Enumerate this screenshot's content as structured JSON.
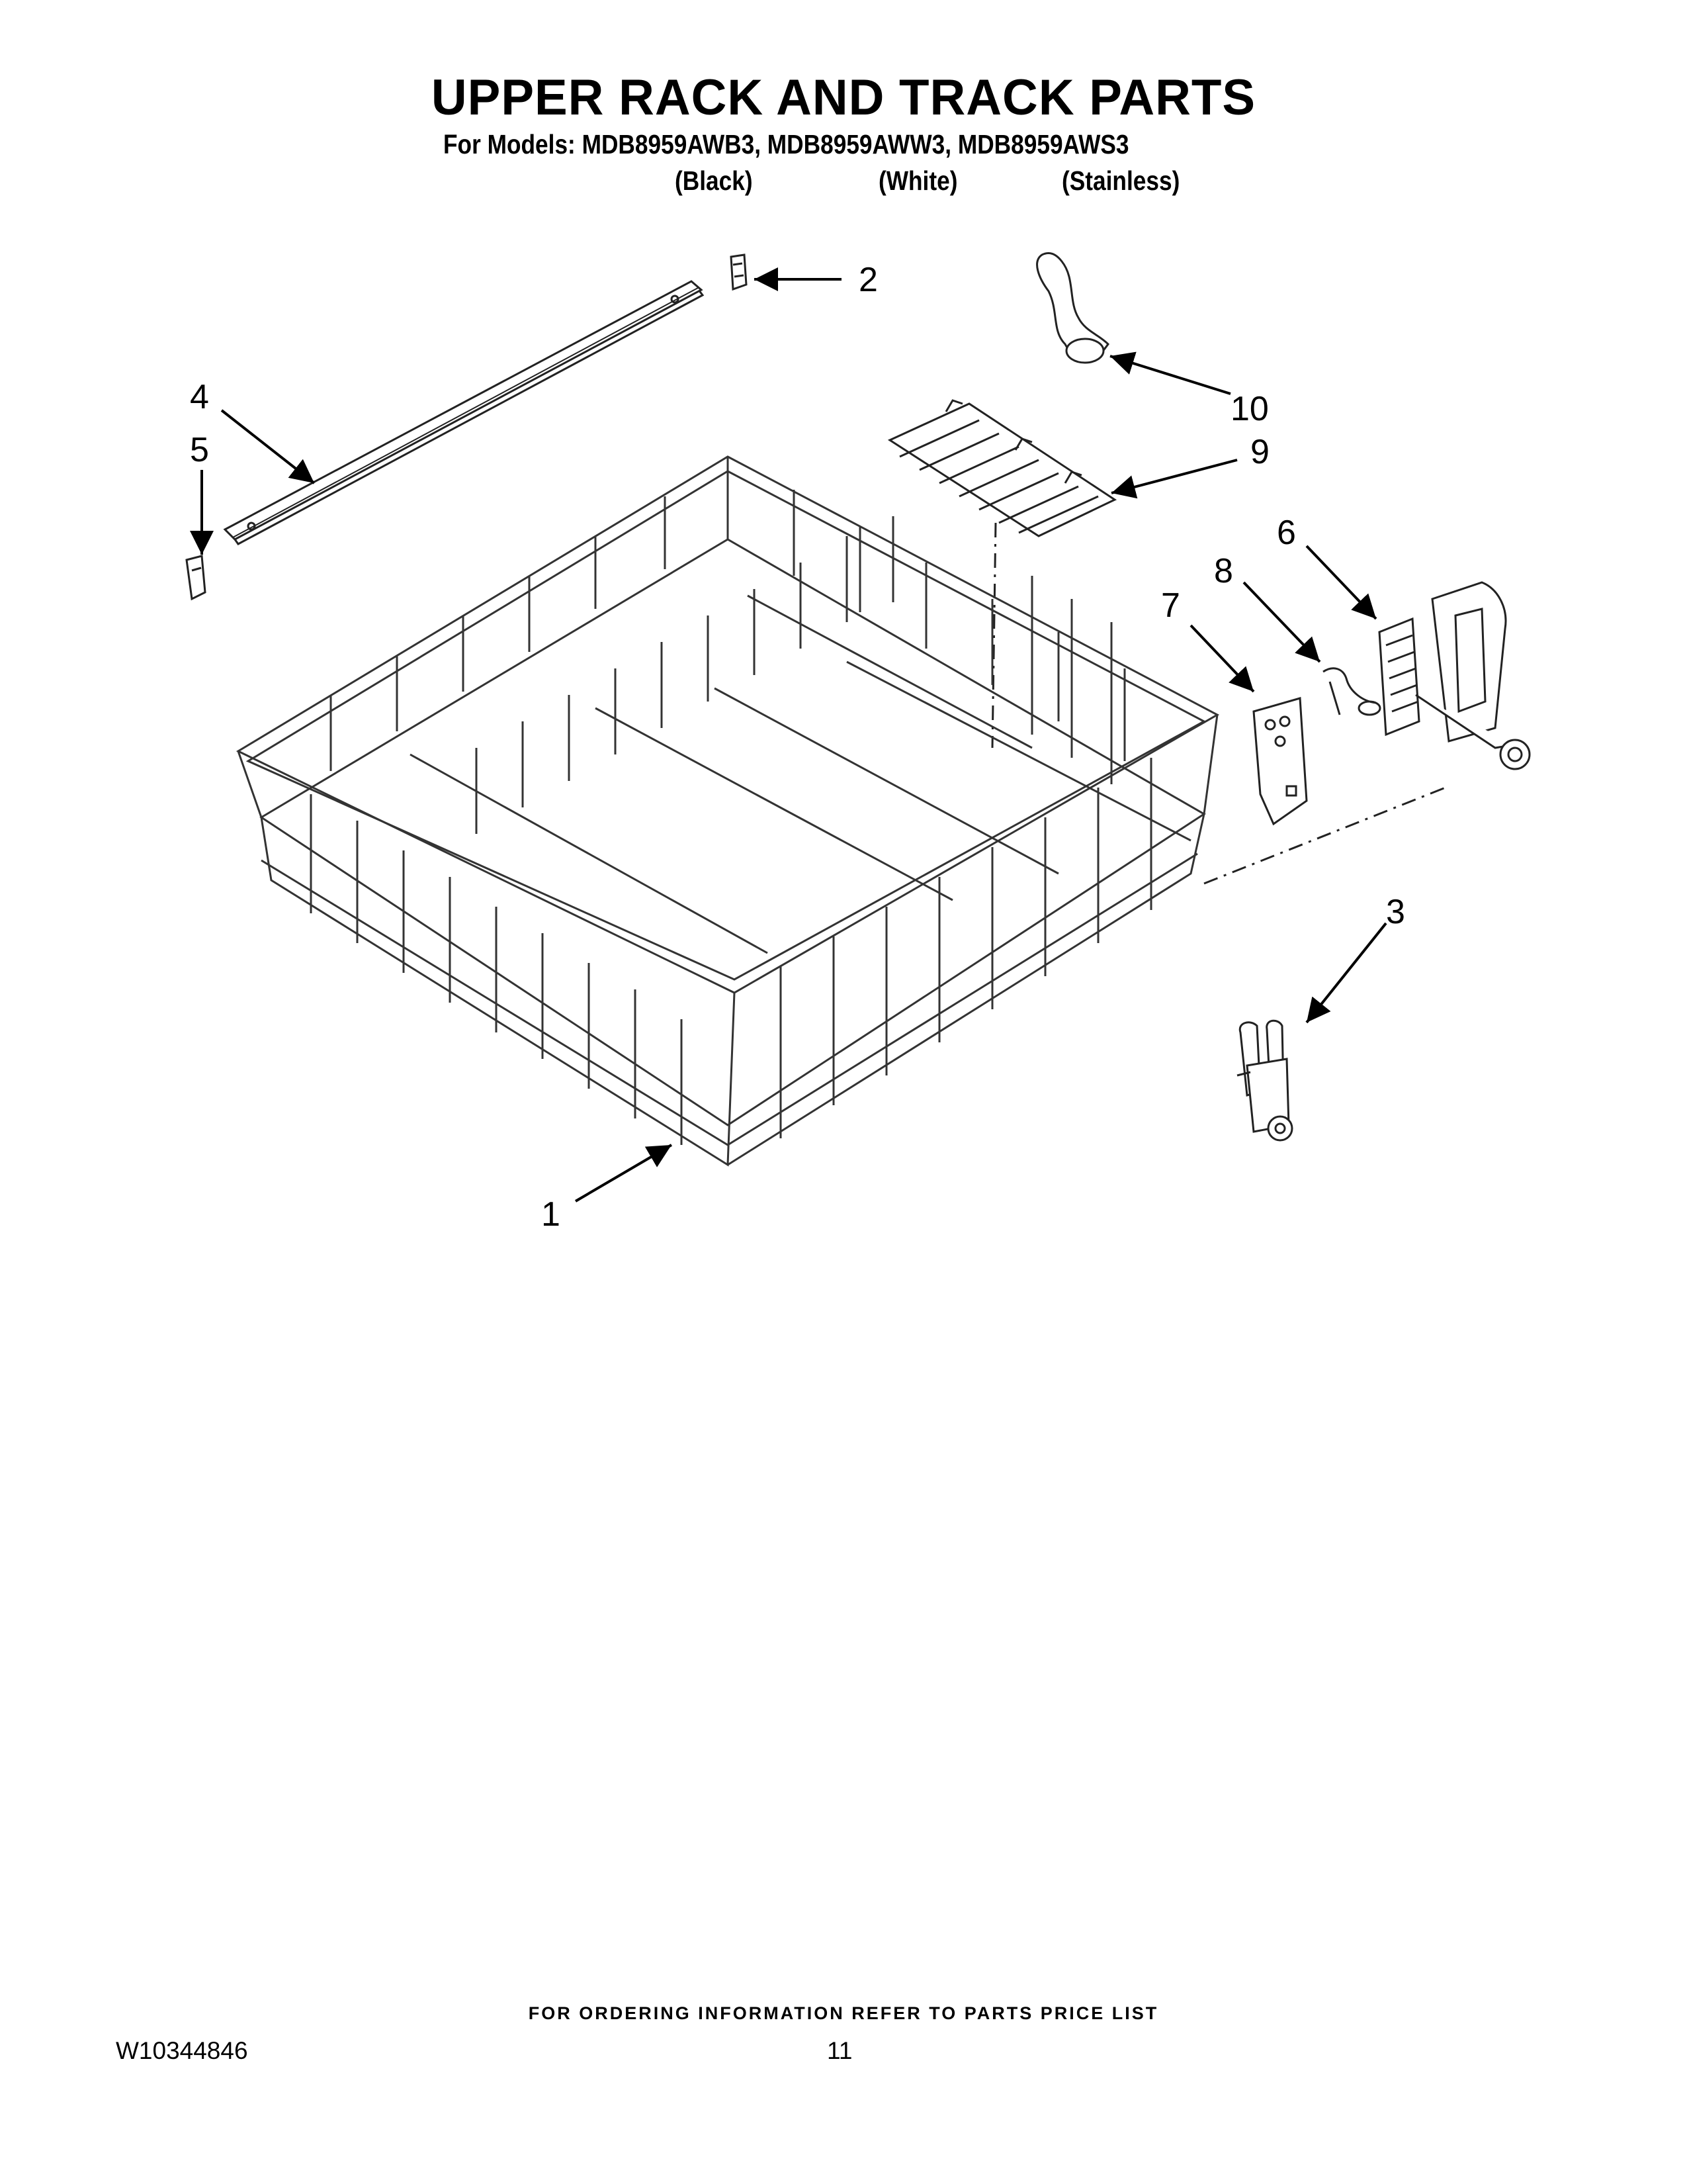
{
  "header": {
    "title": "UPPER RACK AND TRACK PARTS",
    "models_line": "For Models: MDB8959AWB3, MDB8959AWW3, MDB8959AWS3",
    "variants": [
      "(Black)",
      "(White)",
      "(Stainless)"
    ]
  },
  "callouts": [
    "1",
    "2",
    "3",
    "4",
    "5",
    "6",
    "7",
    "8",
    "9",
    "10"
  ],
  "footer": {
    "ordering_info": "FOR ORDERING INFORMATION REFER TO PARTS PRICE LIST",
    "document_number": "W10344846",
    "page_number": "11"
  }
}
